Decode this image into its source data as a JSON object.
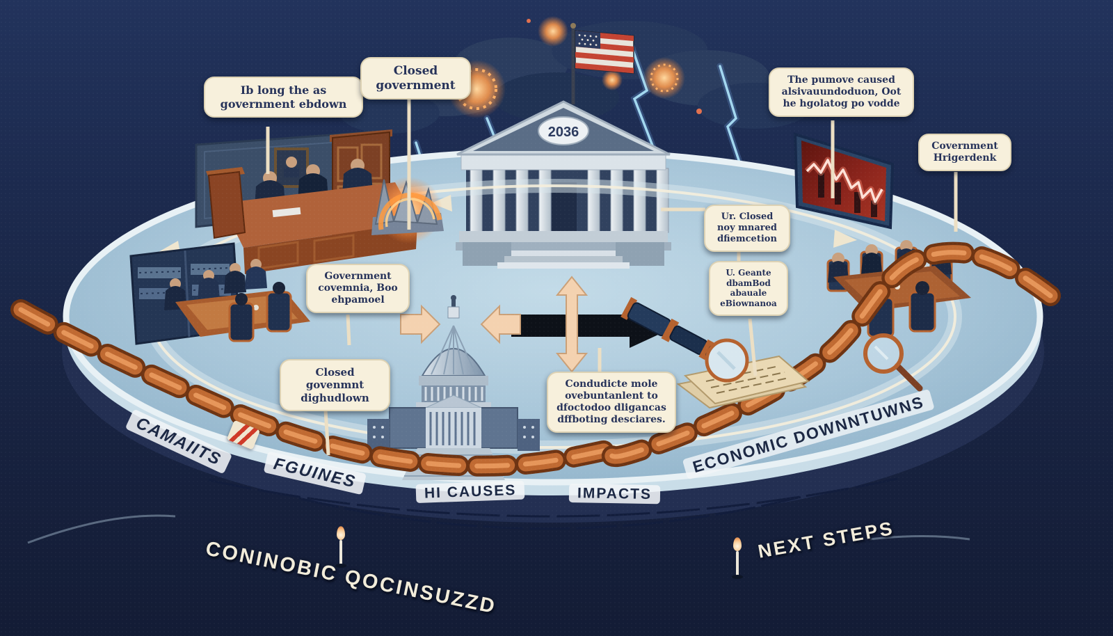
{
  "figure": {
    "pediment_year": "2036",
    "callouts": [
      {
        "id": "top-left",
        "text": "Ib long the as government ebdown"
      },
      {
        "id": "top-center",
        "text": "Closed government"
      },
      {
        "id": "top-right",
        "text": "The pumove caused alsivauundoduon, Oot he hgolatog po vodde"
      },
      {
        "id": "right",
        "text": "Covernment Hrigerdenk"
      },
      {
        "id": "mid-left",
        "text": "Government covemnia, Boo ehpamoel"
      },
      {
        "id": "left-lower",
        "text": "Closed govenmnt dighudlown"
      },
      {
        "id": "center-bottom",
        "text": "Condudicte mole ovebuntanlent to dfoctodoo dligancas dffboting desciares."
      },
      {
        "id": "right-upper",
        "text": "Ur. Closed noy mnared dfiemcetion"
      },
      {
        "id": "right-lower",
        "text": "U. Geante dbamBod abauale eBiownanoa"
      }
    ],
    "ring_labels": [
      {
        "id": "cavaiits",
        "text": "CAMAIITS"
      },
      {
        "id": "figures",
        "text": "FGUINES"
      },
      {
        "id": "causes",
        "text": "HI CAUSES"
      },
      {
        "id": "impacts",
        "text": "IMPACTS"
      },
      {
        "id": "downturns",
        "text": "ECONOMIC DOWNNTUWNS"
      }
    ],
    "floor_labels": [
      {
        "id": "economic",
        "text": "CONINOBIC QOCINSUZZD"
      },
      {
        "id": "next-steps",
        "text": "NEXT STEPS"
      }
    ],
    "screen_chart": {
      "type": "line",
      "trend": "volatile decline with final uptick"
    },
    "icons": {
      "flag": "us-flag",
      "candle": "candle-flame-marker",
      "telescope": "telescope",
      "magnifier": "magnifying-glass",
      "chain": "copper-chain",
      "capitol": "us-capitol-building",
      "courthouse": "classical-government-building",
      "fireworks": "orange-firework-burst",
      "lightning": "lightning-bolt"
    },
    "colors": {
      "background": "#1c2a4e",
      "platform": "#a6c3d6",
      "callout_bg": "#f7f0dc",
      "callout_text": "#27335a",
      "chain": "#c06a32",
      "accent_peach": "#f4d2b0",
      "chart_red": "#8a241c",
      "floor_text": "#f2ecda"
    }
  }
}
